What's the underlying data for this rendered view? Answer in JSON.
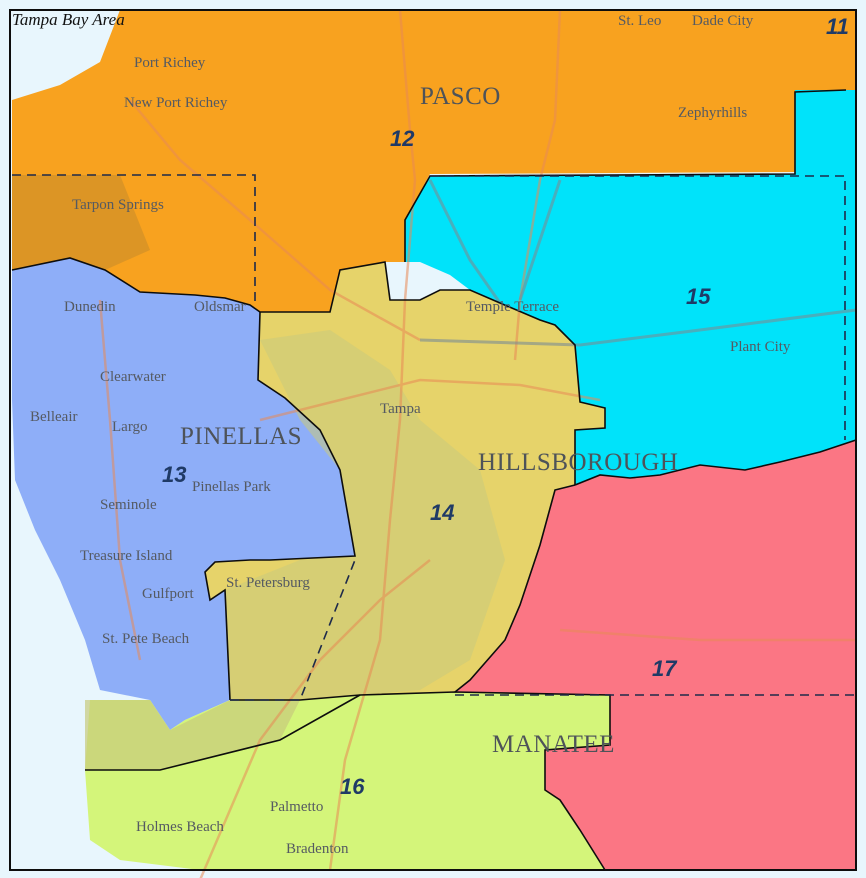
{
  "map": {
    "title": "Tampa Bay Area",
    "colors": {
      "water": "#e8f6fd",
      "district_11": "#f8a21f",
      "district_12": "#f8a21f",
      "district_13": "#8eaef8",
      "district_14": "#e6d36a",
      "district_15": "#00e3fa",
      "district_16": "#d4f57a",
      "district_17": "#fb7684",
      "border": "#0d0d0d"
    },
    "counties": [
      {
        "id": "pasco",
        "name": "PASCO"
      },
      {
        "id": "pinellas",
        "name": "PINELLAS"
      },
      {
        "id": "hillsborough",
        "name": "HILLSBOROUGH"
      },
      {
        "id": "manatee",
        "name": "MANATEE"
      }
    ],
    "districts": [
      {
        "id": "11",
        "label": "11"
      },
      {
        "id": "12",
        "label": "12"
      },
      {
        "id": "13",
        "label": "13"
      },
      {
        "id": "14",
        "label": "14"
      },
      {
        "id": "15",
        "label": "15"
      },
      {
        "id": "16",
        "label": "16"
      },
      {
        "id": "17",
        "label": "17"
      }
    ],
    "cities": [
      {
        "id": "st-leo",
        "name": "St. Leo"
      },
      {
        "id": "dade-city",
        "name": "Dade City"
      },
      {
        "id": "port-richey",
        "name": "Port Richey"
      },
      {
        "id": "new-port-richey",
        "name": "New Port Richey"
      },
      {
        "id": "zephyrhills",
        "name": "Zephyrhills"
      },
      {
        "id": "tarpon-springs",
        "name": "Tarpon Springs"
      },
      {
        "id": "dunedin",
        "name": "Dunedin"
      },
      {
        "id": "oldsmar",
        "name": "Oldsmar"
      },
      {
        "id": "temple-terrace",
        "name": "Temple Terrace"
      },
      {
        "id": "plant-city",
        "name": "Plant City"
      },
      {
        "id": "clearwater",
        "name": "Clearwater"
      },
      {
        "id": "belleair",
        "name": "Belleair"
      },
      {
        "id": "largo",
        "name": "Largo"
      },
      {
        "id": "tampa",
        "name": "Tampa"
      },
      {
        "id": "pinellas-park",
        "name": "Pinellas Park"
      },
      {
        "id": "seminole",
        "name": "Seminole"
      },
      {
        "id": "treasure-island",
        "name": "Treasure Island"
      },
      {
        "id": "st-petersburg",
        "name": "St. Petersburg"
      },
      {
        "id": "gulfport",
        "name": "Gulfport"
      },
      {
        "id": "st-pete-beach",
        "name": "St. Pete Beach"
      },
      {
        "id": "palmetto",
        "name": "Palmetto"
      },
      {
        "id": "holmes-beach",
        "name": "Holmes Beach"
      },
      {
        "id": "bradenton",
        "name": "Bradenton"
      }
    ]
  }
}
